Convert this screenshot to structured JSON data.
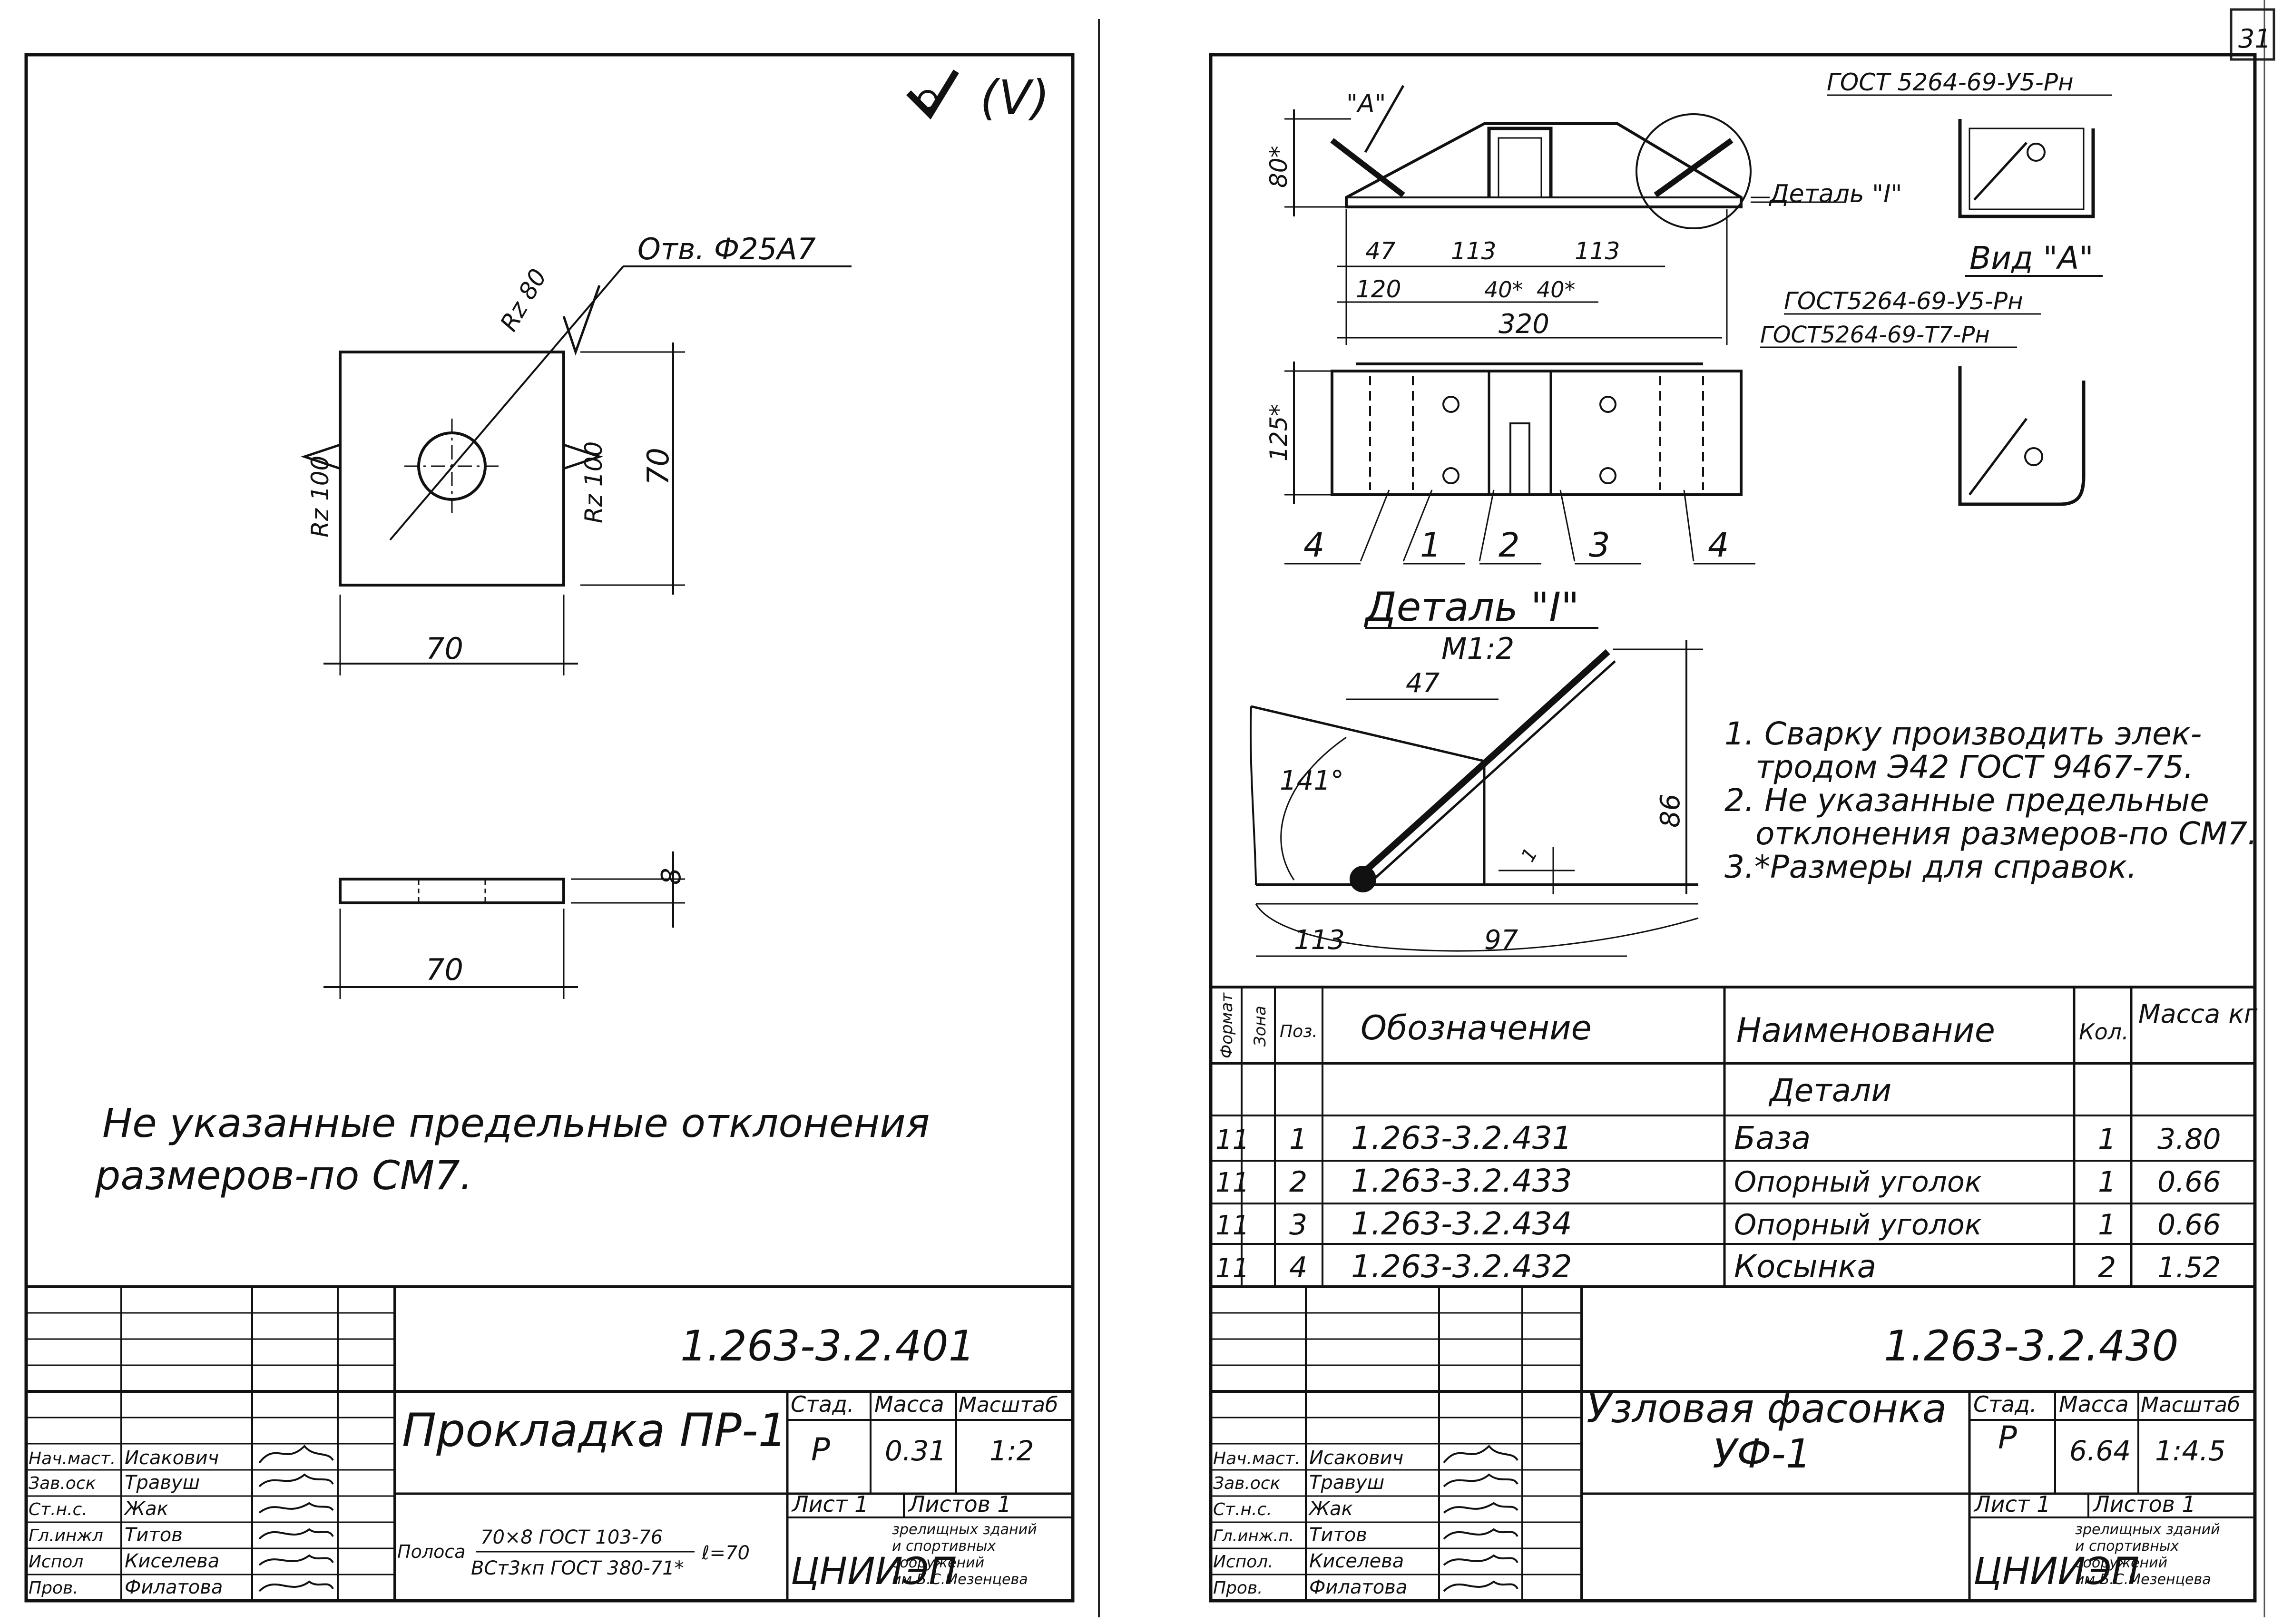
{
  "page_number": "31",
  "left_sheet": {
    "check_mark": "(V)",
    "hole_label": "Отв. Ф25А7",
    "roughness_1": "Rz 80",
    "roughness_2": "Rz 100",
    "roughness_3": "Rz 100",
    "dim_height": "70",
    "dim_width_top": "70",
    "dim_thickness": "8",
    "dim_width_bottom": "70",
    "note_line1": "Не указанные предельные отклонения",
    "note_line2": "размеров-по СМ7.",
    "title_block": {
      "doc_number": "1.263-3.2.401",
      "part_name": "Прокладка ПР-1",
      "header_stage": "Стад.",
      "header_mass": "Масса",
      "header_scale": "Масштаб",
      "stage": "Р",
      "mass": "0.31",
      "scale": "1:2",
      "sheet": "Лист 1",
      "sheets": "Листов 1",
      "material_label": "Полоса",
      "material_top": "70×8 ГОСТ 103-76",
      "material_bottom": "ВСт3кп ГОСТ 380-71*",
      "material_length": "ℓ=70",
      "org_logo": "ЦНИИЭП",
      "org_line1": "зрелищных зданий",
      "org_line2": "и спортивных",
      "org_line3": "сооружений",
      "org_line4": "им.Б.С.Мезенцева",
      "signers": [
        {
          "role": "Нач.маст.",
          "name": "Исакович"
        },
        {
          "role": "Зав.оск",
          "name": "Травуш"
        },
        {
          "role": "Ст.н.с.",
          "name": "Жак"
        },
        {
          "role": "Гл.инжл",
          "name": "Титов"
        },
        {
          "role": "Испол",
          "name": "Киселева"
        },
        {
          "role": "Пров.",
          "name": "Филатова"
        }
      ]
    }
  },
  "right_sheet": {
    "view_a_label": "\"А\"",
    "detail_ref": "Деталь \"I\"",
    "gost_top": "ГОСТ 5264-69-У5-Рн",
    "view_a_title": "Вид \"А\"",
    "gost_mid1": "ГОСТ5264-69-У5-Рн",
    "gost_mid2": "ГОСТ5264-69-Т7-Рн",
    "dims_top": {
      "h": "80*",
      "d47": "47",
      "d113a": "113",
      "d113b": "113",
      "d120": "120",
      "d40a": "40*",
      "d40b": "40*",
      "d320": "320",
      "h125": "125*"
    },
    "positions": [
      "4",
      "1",
      "2",
      "3",
      "4"
    ],
    "detail_title": "Деталь \"I\"",
    "detail_scale": "М1:2",
    "detail_dims": {
      "d47": "47",
      "angle": "141°",
      "d86": "86",
      "d1": "1",
      "d113": "113",
      "d97": "97"
    },
    "notes": [
      "1. Сварку производить элек-",
      "тродом Э42 ГОСТ 9467-75.",
      "2. Не указанные предельные",
      "отклонения размеров-по СМ7.",
      "3.*Размеры для справок."
    ],
    "spec_table": {
      "headers": {
        "format": "Формат",
        "zone": "Зона",
        "pos": "Поз.",
        "designation": "Обозначение",
        "name": "Наименование",
        "qty": "Кол.",
        "mass": "Масса кг"
      },
      "section": "Детали",
      "rows": [
        {
          "format": "11",
          "pos": "1",
          "designation": "1.263-3.2.431",
          "name": "База",
          "qty": "1",
          "mass": "3.80"
        },
        {
          "format": "11",
          "pos": "2",
          "designation": "1.263-3.2.433",
          "name": "Опорный уголок",
          "qty": "1",
          "mass": "0.66"
        },
        {
          "format": "11",
          "pos": "3",
          "designation": "1.263-3.2.434",
          "name": "Опорный уголок",
          "qty": "1",
          "mass": "0.66"
        },
        {
          "format": "11",
          "pos": "4",
          "designation": "1.263-3.2.432",
          "name": "Косынка",
          "qty": "2",
          "mass": "1.52"
        }
      ]
    },
    "title_block": {
      "doc_number": "1.263-3.2.430",
      "part_name_1": "Узловая фасонка",
      "part_name_2": "УФ-1",
      "header_stage": "Стад.",
      "header_mass": "Масса",
      "header_scale": "Масштаб",
      "stage": "Р",
      "mass": "6.64",
      "scale": "1:4.5",
      "sheet": "Лист 1",
      "sheets": "Листов 1",
      "org_logo": "ЦНИИЭП",
      "org_line1": "зрелищных зданий",
      "org_line2": "и спортивных",
      "org_line3": "сооружений",
      "org_line4": "им.Б.С.Мезенцева",
      "signers": [
        {
          "role": "Нач.маст.",
          "name": "Исакович"
        },
        {
          "role": "Зав.оск",
          "name": "Травуш"
        },
        {
          "role": "Ст.н.с.",
          "name": "Жак"
        },
        {
          "role": "Гл.инж.п.",
          "name": "Титов"
        },
        {
          "role": "Испол.",
          "name": "Киселева"
        },
        {
          "role": "Пров.",
          "name": "Филатова"
        }
      ]
    }
  }
}
